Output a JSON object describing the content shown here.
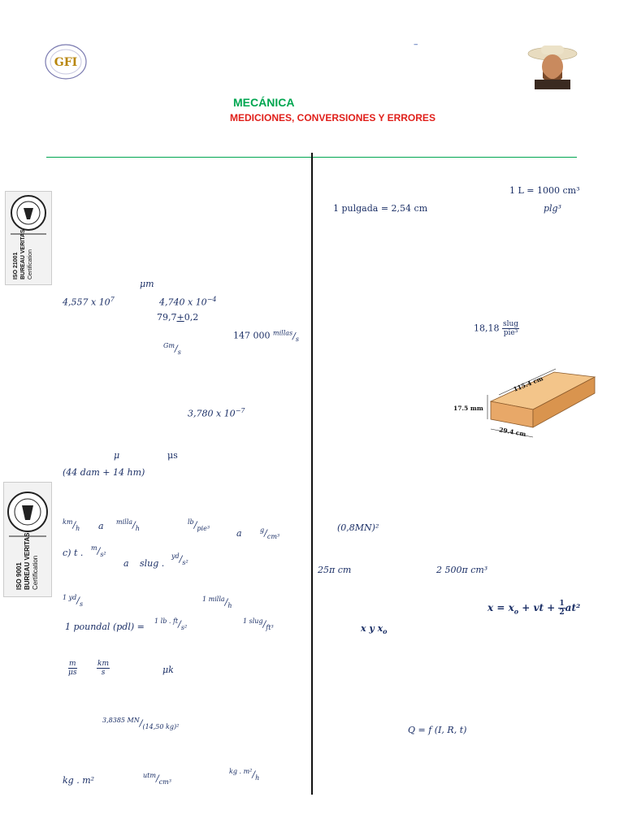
{
  "header": {
    "title": "MECÁNICA",
    "subtitle": "MEDICIONES, CONVERSIONES Y ERRORES",
    "dash": "–",
    "logo_text": "GFI"
  },
  "certifications": {
    "top": {
      "line1": "ISO 21001",
      "line2": "BUREAU VERITAS",
      "line3": "Certification"
    },
    "bottom": {
      "line1": "ISO 9001",
      "line2": "BUREAU VERITAS",
      "line3": "Certification"
    }
  },
  "left": {
    "um": "μm",
    "n1_base": "4,557 x 10",
    "n1_exp": "7",
    "n2_base": "4,740 x 10",
    "n2_exp": "−4",
    "n3": "79,7",
    "n3_pm": "+",
    "n3_err": "0,2",
    "speed_val": "147 000",
    "speed_unit_num": "millas",
    "speed_unit_den": "s",
    "gm_num": "Gm",
    "gm_den": "s",
    "n4_base": "3,780 x 10",
    "n4_exp": "−7",
    "mu": "μ",
    "mus": "μs",
    "sum": "(44 dam + 14 hm)",
    "km_num": "km",
    "km_den": "h",
    "a1": "a",
    "milla_num": "milla",
    "milla_den": "h",
    "lb_num": "lb",
    "lb_den": "pie³",
    "a2": "a",
    "g_num": "g",
    "g_den": "cm³",
    "c_label": "c) t .",
    "m_num": "m",
    "m_den": "s²",
    "a3": "a",
    "slug": "slug .",
    "yd_num": "yd",
    "yd_den": "s²",
    "yd1_num": "1 yd",
    "yd1_den": "s",
    "milla1_num": "1 milla",
    "milla1_den": "h",
    "poundal": "1 poundal (pdl) =",
    "lbft_num": "1 lb . ft",
    "lbft_den": "s²",
    "slug1_num": "1 slug",
    "slug1_den": "ft³",
    "mmus_num": "m",
    "mmus_den": "μs",
    "kms_num": "km",
    "kms_den": "s",
    "uk": "μk",
    "mn_num": "3,8385 MN",
    "mn_den": "(14,50 kg)²",
    "kgm2": "kg . m²",
    "utm_num": "utm",
    "utm_den": "cm³",
    "kgm2h_num": "kg . m²",
    "kgm2h_den": "h"
  },
  "right": {
    "liter": "1 L = 1000 cm³",
    "inch": "1 pulgada = 2,54 cm",
    "plg": "plg³",
    "dens_val": "18,18",
    "dens_num": "slug",
    "dens_den": "pie³",
    "block_len": "115.4 cm",
    "block_wid": "29.4 cm",
    "block_h": "17.5 mm",
    "mn2": "(0,8MN)²",
    "pi1": "25π cm",
    "pi2": "2 500π cm³",
    "kin_lhs": "x = x",
    "kin_rhs": " + vt + ",
    "kin_half_num": "1",
    "kin_half_den": "2",
    "kin_tail": "at²",
    "kin_sub": "o",
    "xyxo": "x y x",
    "q": "Q = f (I, R, t)"
  }
}
